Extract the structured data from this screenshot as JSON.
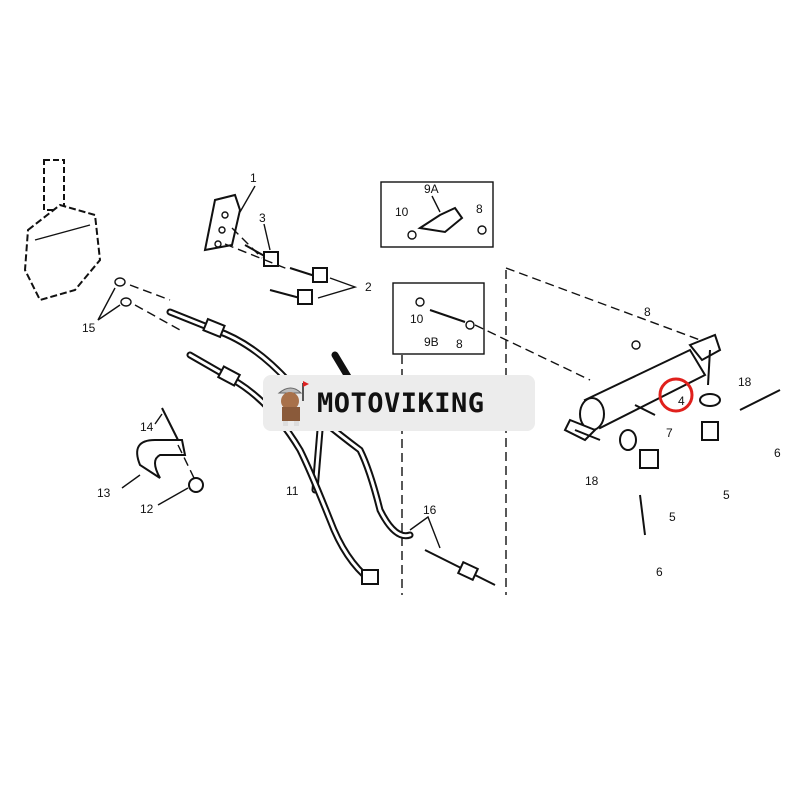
{
  "diagram": {
    "callouts": {
      "c1": "1",
      "c2": "2",
      "c3": "3",
      "c15": "15",
      "c9a": "9A",
      "c10a": "10",
      "c8a": "8",
      "c10b": "10",
      "c9b": "9B",
      "c8b": "8",
      "c8c": "8",
      "c4": "4",
      "c18a": "18",
      "c7": "7",
      "c6a": "6",
      "c14": "14",
      "c13": "13",
      "c12": "12",
      "c11": "11",
      "c16": "16",
      "c18b": "18",
      "c5a": "5",
      "c5b": "5",
      "c6b": "6"
    },
    "highlight_color": "#e0201c"
  },
  "watermark": {
    "brand": "MOTOVIKING"
  }
}
